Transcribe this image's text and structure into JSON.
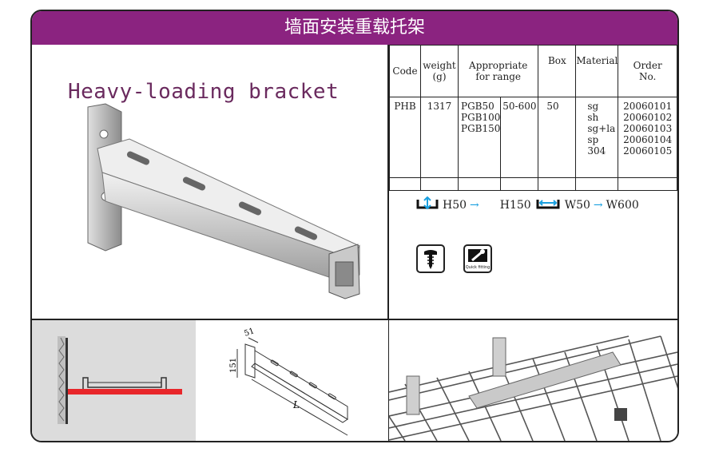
{
  "title": "墙面安装重载托架",
  "heading": "Heavy-loading bracket",
  "table": {
    "headers": [
      "Code",
      "weight\n(g)",
      "Appropriate\nfor range",
      "Box",
      "Material",
      "Order\nNo."
    ],
    "row": {
      "code": "PHB",
      "weight": "1317",
      "pgb": [
        "PGB50",
        "PGB100",
        "PGB150"
      ],
      "range": "50-600",
      "box": "50",
      "materials": [
        "sg",
        "sh",
        "sg+la",
        "sp",
        "304"
      ],
      "order_nos": [
        "20060101",
        "20060102",
        "20060103",
        "20060104",
        "20060105"
      ]
    }
  },
  "ranges": {
    "h_from": "H50",
    "h_to": "H150",
    "w_from": "W50",
    "w_to": "W600"
  },
  "icons": [
    "screw-icon",
    "quick-fitting-icon"
  ],
  "quick_fitting_label": "Quick fitting",
  "drawing": {
    "dim_top": "51",
    "dim_side": "151",
    "dim_len": "L"
  }
}
